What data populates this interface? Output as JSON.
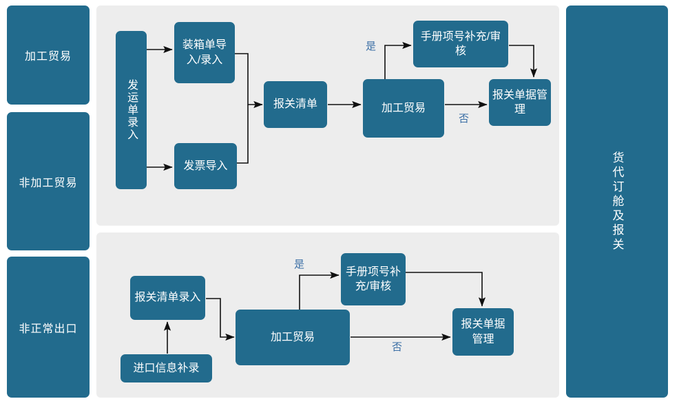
{
  "diagram": {
    "title": "货代订舱及报关",
    "accent_color": "#226b8d",
    "panel_color": "#ededed",
    "label_color": "#3a6ea5",
    "edge_color": "#101010"
  },
  "left_sidebar": {
    "items": [
      {
        "label": "加工贸易"
      },
      {
        "label": "非加工贸易"
      },
      {
        "label": "非正常出口"
      }
    ]
  },
  "right_sidebar": {
    "label": "货代订舱及报关"
  },
  "top_flow": {
    "nodes": [
      {
        "id": "shipment-entry",
        "label": "发运单录入"
      },
      {
        "id": "packing-list-import",
        "label": "装箱单导入/录入"
      },
      {
        "id": "invoice-import",
        "label": "发票导入"
      },
      {
        "id": "customs-list",
        "label": "报关清单"
      },
      {
        "id": "processing-trade",
        "label": "加工贸易"
      },
      {
        "id": "manual-item-review",
        "label": "手册项号补充/审核"
      },
      {
        "id": "customs-doc-mgmt",
        "label": "报关单据管理"
      }
    ],
    "edge_labels": [
      {
        "id": "yes",
        "label": "是"
      },
      {
        "id": "no",
        "label": "否"
      }
    ]
  },
  "bottom_flow": {
    "nodes": [
      {
        "id": "customs-list-entry",
        "label": "报关清单录入"
      },
      {
        "id": "import-info-supplement",
        "label": "进口信息补录"
      },
      {
        "id": "processing-trade",
        "label": "加工贸易"
      },
      {
        "id": "manual-item-review",
        "label": "手册项号补充/审核"
      },
      {
        "id": "customs-doc-mgmt",
        "label": "报关单据管理"
      }
    ],
    "edge_labels": [
      {
        "id": "yes",
        "label": "是"
      },
      {
        "id": "no",
        "label": "否"
      }
    ]
  }
}
